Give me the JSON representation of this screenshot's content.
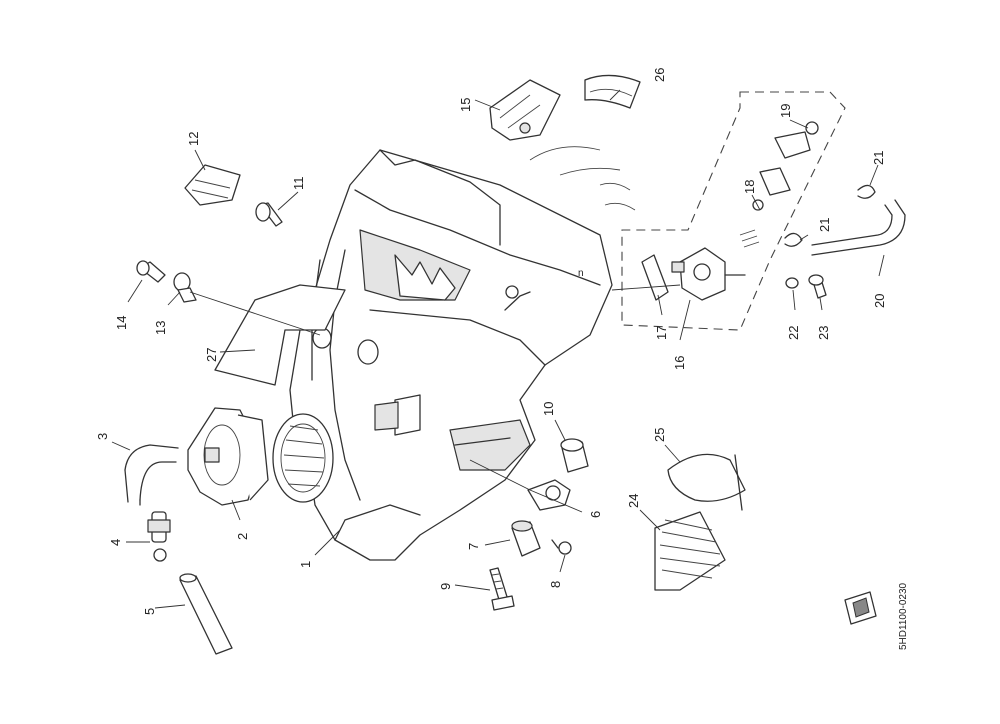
{
  "diagram": {
    "part_code": "5HD1100-0230",
    "callouts": [
      {
        "id": "c1",
        "text": "1"
      },
      {
        "id": "c2",
        "text": "2"
      },
      {
        "id": "c3",
        "text": "3"
      },
      {
        "id": "c4",
        "text": "4"
      },
      {
        "id": "c5",
        "text": "5"
      },
      {
        "id": "c6",
        "text": "6"
      },
      {
        "id": "c7",
        "text": "7"
      },
      {
        "id": "c8",
        "text": "8"
      },
      {
        "id": "c9",
        "text": "9"
      },
      {
        "id": "c10",
        "text": "10"
      },
      {
        "id": "c11",
        "text": "11"
      },
      {
        "id": "c12",
        "text": "12"
      },
      {
        "id": "c13",
        "text": "13"
      },
      {
        "id": "c14",
        "text": "14"
      },
      {
        "id": "c15",
        "text": "15"
      },
      {
        "id": "c16",
        "text": "16"
      },
      {
        "id": "c17",
        "text": "17"
      },
      {
        "id": "c18",
        "text": "18"
      },
      {
        "id": "c19",
        "text": "19"
      },
      {
        "id": "c20",
        "text": "20"
      },
      {
        "id": "c21a",
        "text": "21"
      },
      {
        "id": "c21b",
        "text": "21"
      },
      {
        "id": "c22",
        "text": "22"
      },
      {
        "id": "c23",
        "text": "23"
      },
      {
        "id": "c24",
        "text": "24"
      },
      {
        "id": "c25",
        "text": "25"
      },
      {
        "id": "c26",
        "text": "26"
      },
      {
        "id": "c27",
        "text": "27"
      }
    ]
  }
}
